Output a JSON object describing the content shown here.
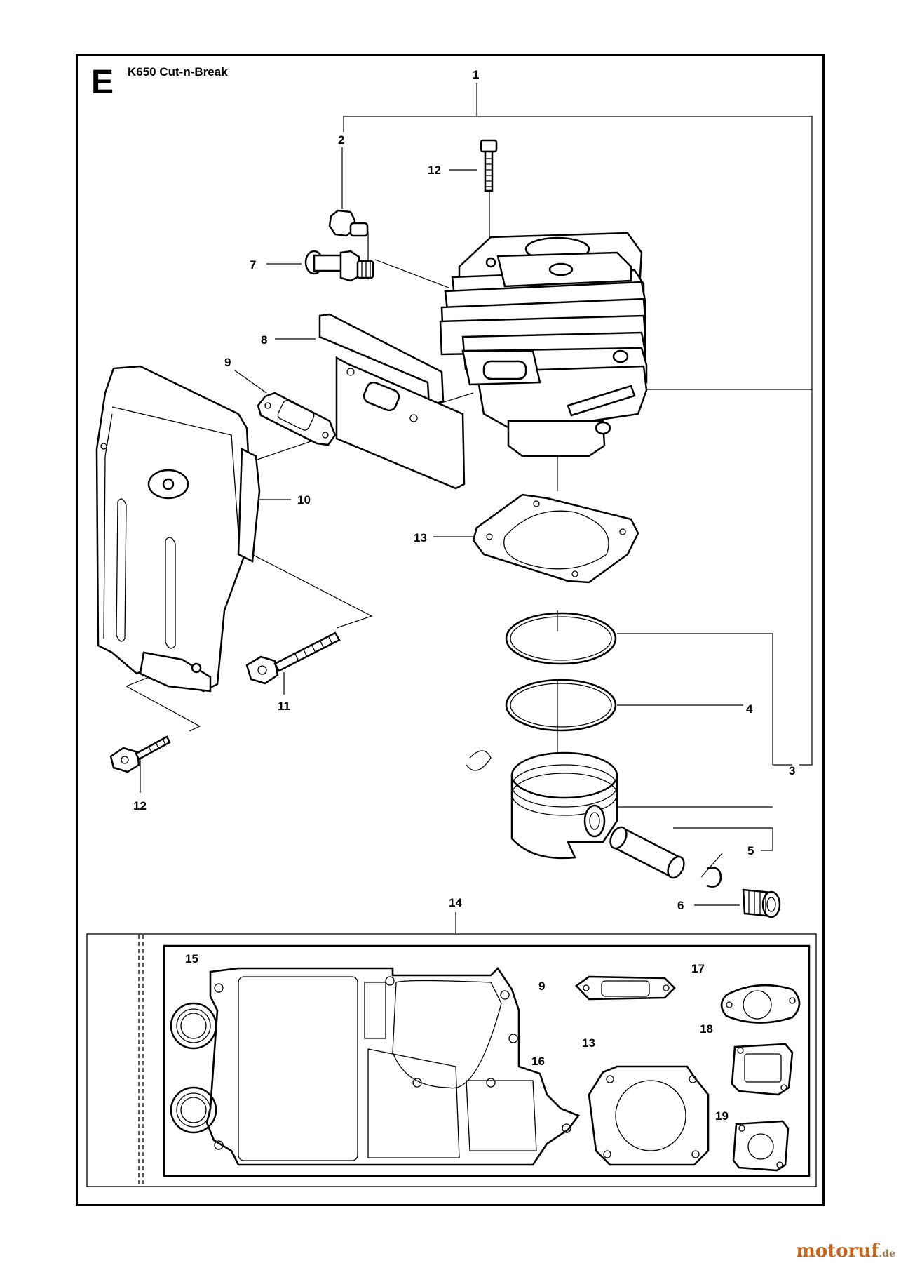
{
  "section_letter": "E",
  "model_title": "K650 Cut-n-Break",
  "callouts": {
    "c1": "1",
    "c2": "2",
    "c3": "3",
    "c4": "4",
    "c5": "5",
    "c6": "6",
    "c7": "7",
    "c8": "8",
    "c9": "9",
    "c10": "10",
    "c11": "11",
    "c12a": "12",
    "c12b": "12",
    "c13": "13",
    "c14": "14",
    "k15": "15",
    "k16": "16",
    "k9": "9",
    "k17": "17",
    "k13": "13",
    "k18": "18",
    "k19": "19"
  },
  "watermark": {
    "brand": "motoruf",
    "tld": ".de",
    "color": "#c6641e"
  }
}
